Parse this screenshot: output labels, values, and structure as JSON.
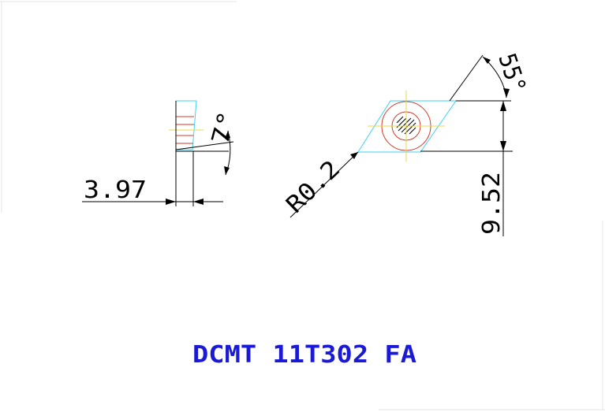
{
  "drawing": {
    "title": "DCMT 11T302 FA",
    "dimensions": {
      "thickness": "3.97",
      "relief_angle": "7°",
      "corner_angle": "55°",
      "nose_radius": "R0.2",
      "inscribed_circle": "9.52"
    }
  },
  "colors": {
    "outline": "#000000",
    "insert_edge": "#3fd0f0",
    "hole": "#d23a2a",
    "centerline": "#e8d84a",
    "title": "#1a1ad6"
  }
}
